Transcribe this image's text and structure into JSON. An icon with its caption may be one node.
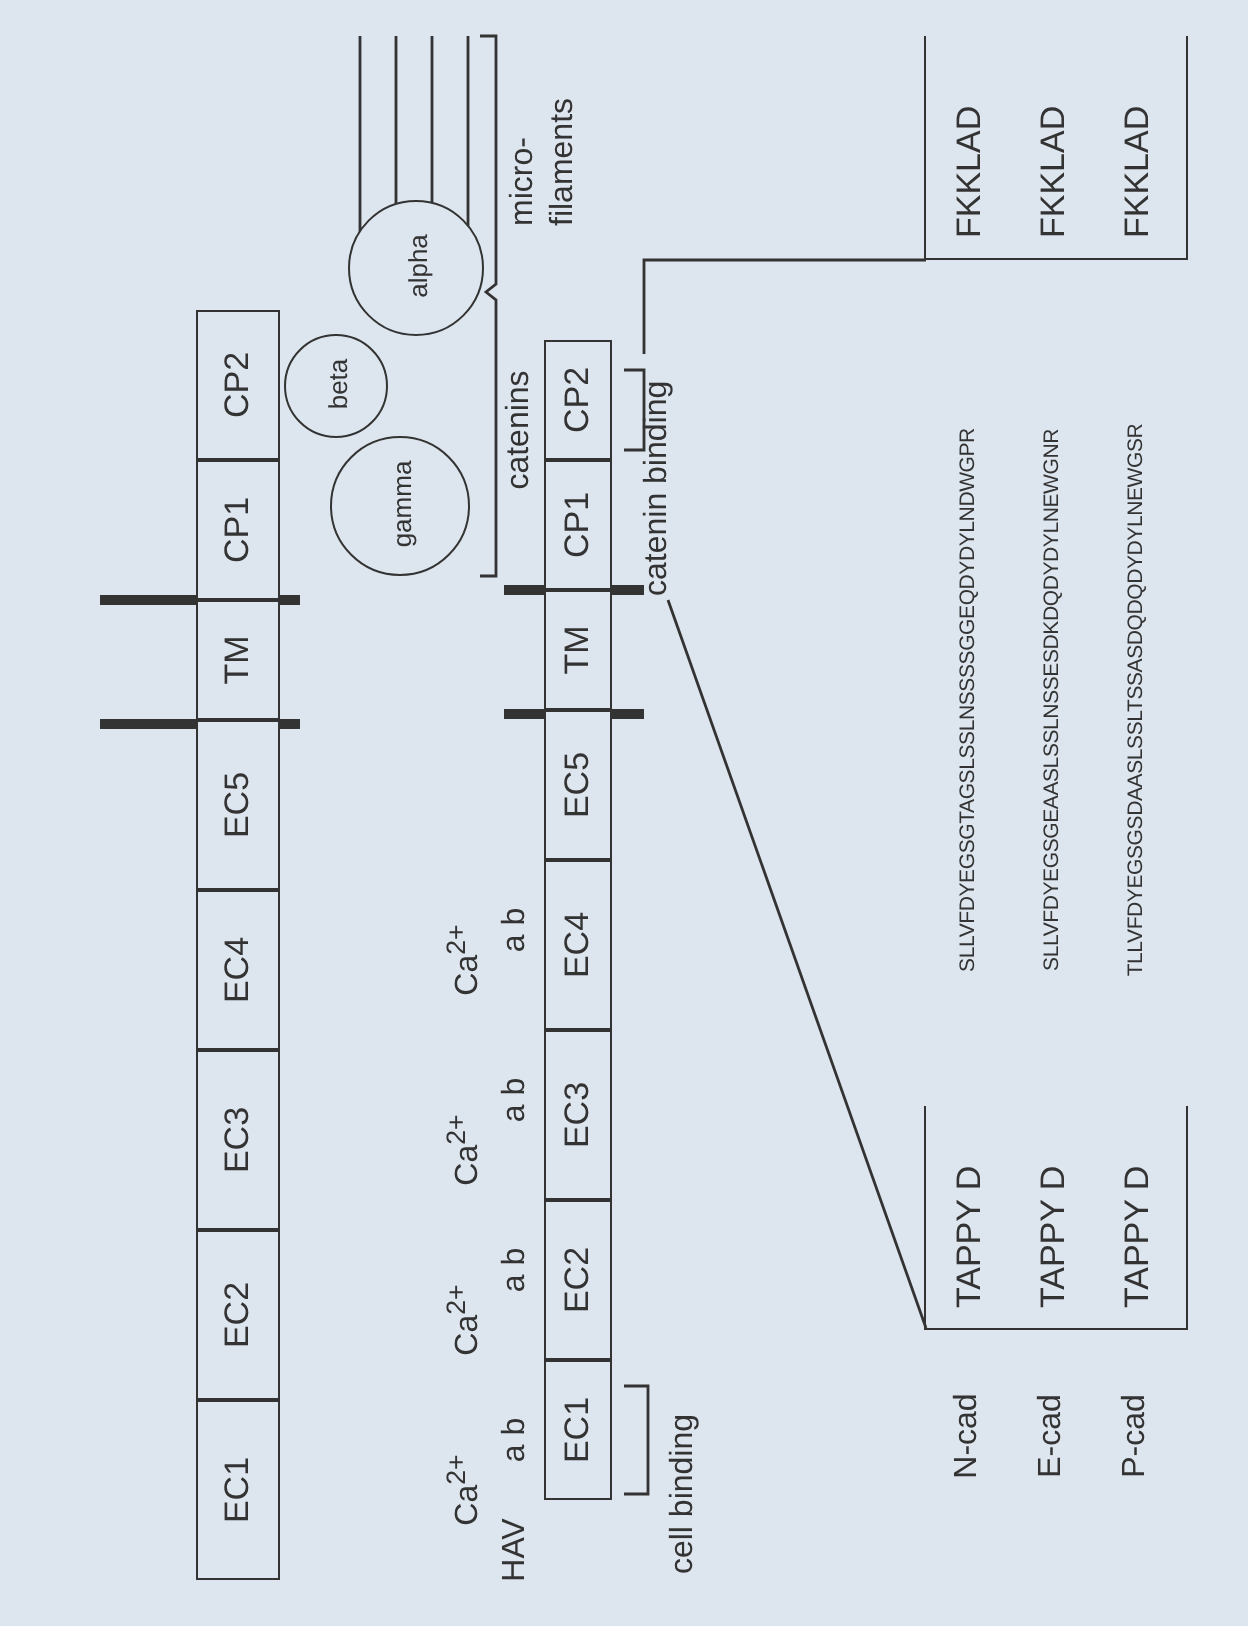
{
  "diagram": {
    "nodes": [
      {
        "text": [
          "EC1"
        ]
      },
      {
        "text": [
          "EC2"
        ]
      },
      {
        "text": [
          "EC3"
        ]
      },
      {
        "text": [
          "EC4"
        ]
      },
      {
        "text": [
          "EC5"
        ]
      },
      {
        "text": [
          "TM"
        ]
      },
      {
        "text": [
          "CP1"
        ]
      },
      {
        "text": [
          "CP2"
        ]
      },
      {
        "text": [
          "gamma"
        ]
      },
      {
        "text": [
          "beta"
        ]
      },
      {
        "text": [
          "alpha"
        ]
      },
      {
        "text": [
          "EC1"
        ]
      },
      {
        "text": [
          "EC2"
        ]
      },
      {
        "text": [
          "EC3"
        ]
      },
      {
        "text": [
          "EC4"
        ]
      },
      {
        "text": [
          "EC5"
        ]
      },
      {
        "text": [
          "TM"
        ]
      },
      {
        "text": [
          "CP1"
        ]
      },
      {
        "text": [
          "CP2"
        ]
      },
      {
        "text": [
          "catenin binding"
        ]
      },
      {
        "text": [
          "TAPPY D",
          "TAPPY D",
          "TAPPY D"
        ]
      },
      {
        "text": [
          "FKKLAD",
          "FKKLAD",
          "FKKLAD"
        ]
      }
    ],
    "edges": [
      {
        "from": 19,
        "to": 20,
        "arrow": "none"
      },
      {
        "from": 19,
        "to": 21,
        "arrow": "none"
      }
    ],
    "labels": [
      "catenins",
      "micro- filaments",
      "Ca$^{2+}$",
      "Ca$^{2+}$",
      "Ca$^{2+}$",
      "Ca$^{2+}$",
      "HAV",
      "a b",
      "a b",
      "a b",
      "a b",
      "cell binding",
      "N-cad",
      "E-cad",
      "P-cad",
      "SLLVFDYEGSGTAGSLSSLNSSSSGGEQDYDYLNDWGPR",
      "SLLVFDYEGSGEAASLSSLNSSESDKDQDYDYLNEWGNR",
      "TLLVFDYEGSGSDAASLSSLTSSASDQDQDYDYLNEWGSR"
    ]
  }
}
